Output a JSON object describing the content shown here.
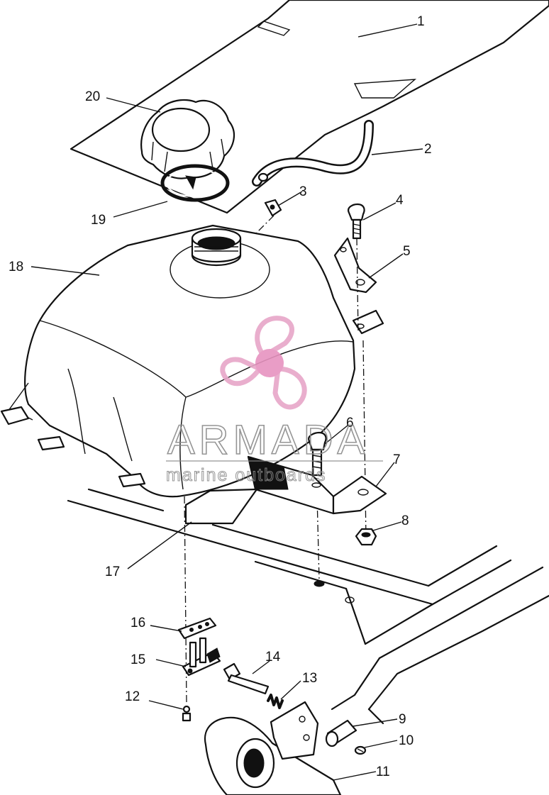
{
  "callouts": [
    {
      "num": "1",
      "part": "fuel-tank-top-cover"
    },
    {
      "num": "2",
      "part": "vent-hose"
    },
    {
      "num": "3",
      "part": "vent-fitting"
    },
    {
      "num": "4",
      "part": "bolt"
    },
    {
      "num": "5",
      "part": "tank-bracket"
    },
    {
      "num": "6",
      "part": "bolt"
    },
    {
      "num": "7",
      "part": "mounting-bracket"
    },
    {
      "num": "8",
      "part": "nut"
    },
    {
      "num": "9",
      "part": "choke-knob"
    },
    {
      "num": "10",
      "part": "screw"
    },
    {
      "num": "11",
      "part": "frame-tube"
    },
    {
      "num": "12",
      "part": "screw"
    },
    {
      "num": "13",
      "part": "spring"
    },
    {
      "num": "14",
      "part": "shaft"
    },
    {
      "num": "15",
      "part": "fuel-valve"
    },
    {
      "num": "16",
      "part": "valve-plate"
    },
    {
      "num": "17",
      "part": "pad"
    },
    {
      "num": "18",
      "part": "fuel-tank"
    },
    {
      "num": "19",
      "part": "gasket"
    },
    {
      "num": "20",
      "part": "fuel-cap"
    }
  ],
  "watermark": {
    "brand": "ARMADA",
    "tagline": "marine outboards",
    "colors": {
      "propeller": "#e7a6c8",
      "hub": "#e793c0",
      "text": "#8a8a8a"
    }
  }
}
